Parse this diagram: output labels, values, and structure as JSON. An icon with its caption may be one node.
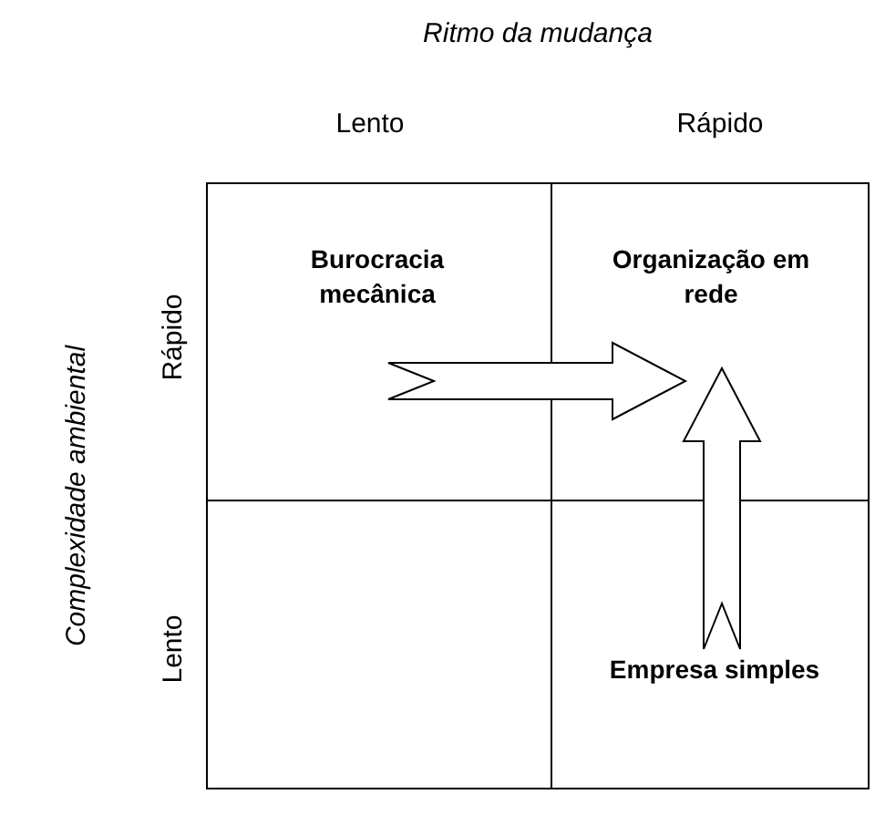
{
  "diagram": {
    "title": "Ritmo da mudança",
    "nodes": [
      {
        "text": [
          "Burocracia mecânica"
        ]
      },
      {
        "text": [
          "Organização em rede"
        ]
      },
      {
        "text": [
          "Empresa simples"
        ]
      }
    ],
    "edges": [
      {
        "from": 0,
        "to": 1,
        "arrow": "to"
      },
      {
        "from": 2,
        "to": 1,
        "arrow": "to"
      }
    ],
    "labels": [
      "Lento",
      "Rápido",
      "Complexidade ambiental",
      "Rápido",
      "Lento"
    ]
  }
}
